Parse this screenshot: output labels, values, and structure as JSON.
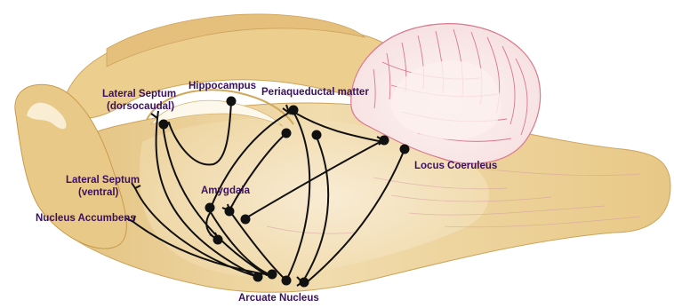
{
  "labels": {
    "lateral_septum_dorsocaudal_line1": "Lateral Septum",
    "lateral_septum_dorsocaudal_line2": "(dorsocaudal)",
    "hippocampus": "Hippocampus",
    "periaqueductal_matter": "Periaqueductal matter",
    "locus_coeruleus": "Locus Coeruleus",
    "lateral_septum_ventral_line1": "Lateral Septum",
    "lateral_septum_ventral_line2": "(ventral)",
    "amygdala": "Amygdala",
    "nucleus_accumbens": "Nucleus Accumbens",
    "arcuate_nucleus": "Arcuate Nucleus"
  },
  "colors": {
    "brain_tan": "#e9cd8e",
    "brain_tan_dark": "#cfa85c",
    "brain_light": "#f8ead0",
    "cerebellum_fill": "#faeceb",
    "cerebellum_folia": "#d9788e",
    "pathway": "#111111",
    "label_text": "#3b1060"
  }
}
